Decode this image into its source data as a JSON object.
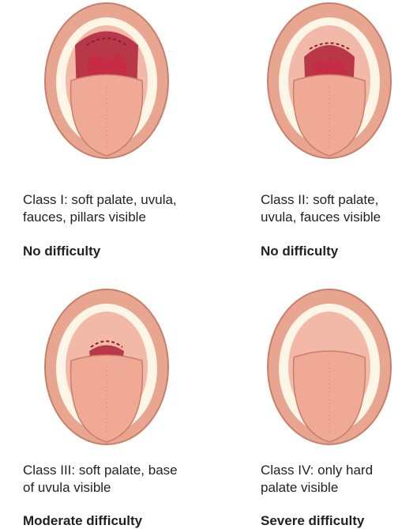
{
  "panels": [
    {
      "caption_line1": "Class I: soft palate, uvula,",
      "caption_line2": "fauces, pillars visible",
      "difficulty": "No difficulty",
      "visible_structures": [
        "soft palate",
        "uvula",
        "fauces",
        "pillars"
      ]
    },
    {
      "caption_line1": "Class II: soft palate,",
      "caption_line2": "uvula, fauces visible",
      "difficulty": "No difficulty",
      "visible_structures": [
        "soft palate",
        "uvula",
        "fauces"
      ]
    },
    {
      "caption_line1": "Class III: soft palate, base",
      "caption_line2": "of uvula visible",
      "difficulty": "Moderate difficulty",
      "visible_structures": [
        "soft palate",
        "base of uvula"
      ]
    },
    {
      "caption_line1": "Class IV: only hard",
      "caption_line2": "palate visible",
      "difficulty": "Severe difficulty",
      "visible_structures": [
        "hard palate"
      ]
    }
  ],
  "colors": {
    "lip": "#e8a58f",
    "lip_edge": "#c97e6b",
    "mouth_interior": "#b8384a",
    "palate": "#f2b9a8",
    "throat": "#c42d43",
    "tongue": "#f0a995",
    "teeth": "#fdf6e6",
    "gum": "#f4c7b5"
  }
}
